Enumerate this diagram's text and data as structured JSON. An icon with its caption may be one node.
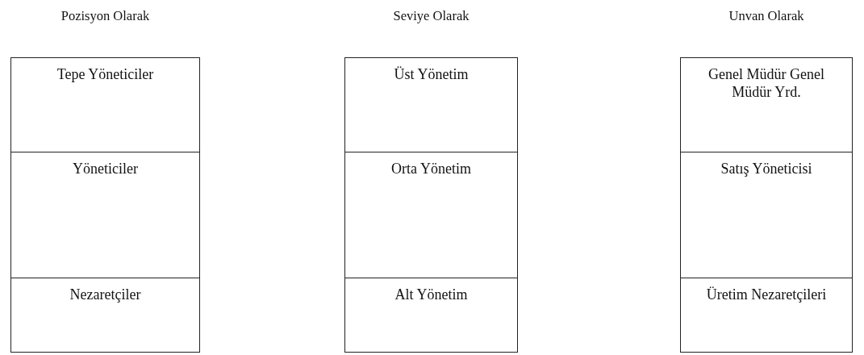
{
  "diagram": {
    "nodes": [
      {
        "text": [
          "Pozisyon Olarak"
        ]
      },
      {
        "text": [
          "Tepe Yöneticiler"
        ],
        "in": 0
      },
      {
        "text": [
          "Yöneticiler"
        ],
        "in": 0
      },
      {
        "text": [
          "Nezaretçiler"
        ],
        "in": 0
      },
      {
        "text": [
          "Seviye Olarak"
        ]
      },
      {
        "text": [
          "Üst Yönetim"
        ],
        "in": 4
      },
      {
        "text": [
          "Orta Yönetim"
        ],
        "in": 4
      },
      {
        "text": [
          "Alt Yönetim"
        ],
        "in": 4
      },
      {
        "text": [
          "Unvan Olarak"
        ]
      },
      {
        "text": [
          "Genel Müdür Genel Müdür Yrd."
        ],
        "in": 8
      },
      {
        "text": [
          "Satış Yöneticisi"
        ],
        "in": 8
      },
      {
        "text": [
          "Üretim Nezaretçileri"
        ],
        "in": 8
      }
    ]
  }
}
